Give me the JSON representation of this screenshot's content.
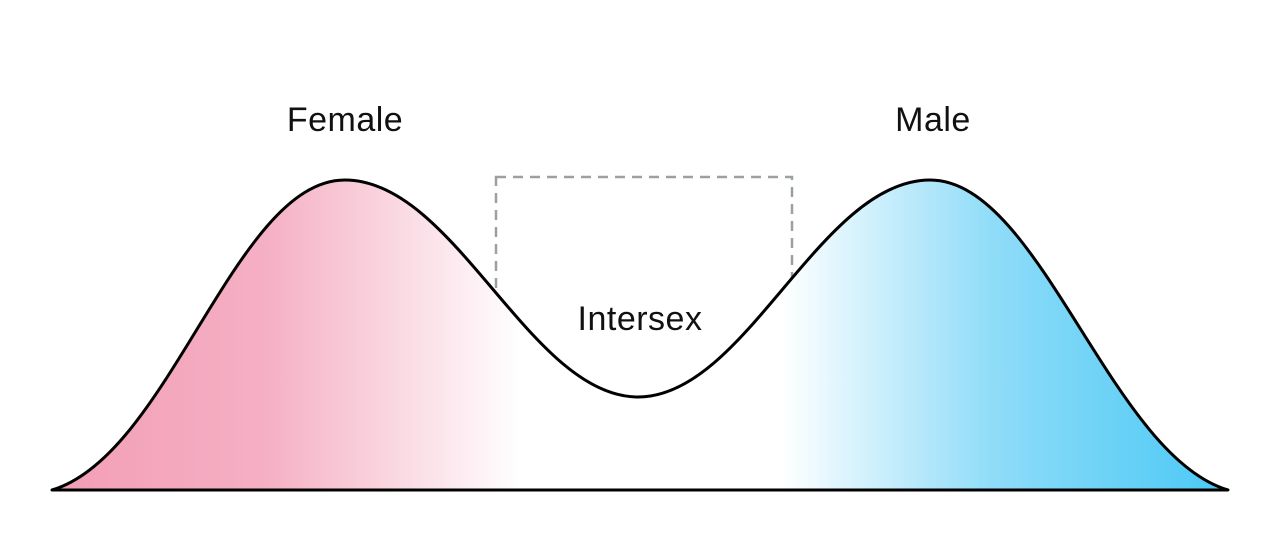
{
  "diagram": {
    "type": "bimodal-distribution-illustration",
    "labels": {
      "left_peak": "Female",
      "right_peak": "Male",
      "valley": "Intersex"
    },
    "colors": {
      "female_gradient_start": "#F29EB6",
      "female_gradient_mid": "#F5AFC4",
      "middle_white": "#FFFFFF",
      "male_gradient_mid": "#8FDCF8",
      "male_gradient_end": "#4AC8F5",
      "curve_stroke": "#000000",
      "dashed_box": "#9AA0A4",
      "background": "#FFFFFF"
    }
  }
}
